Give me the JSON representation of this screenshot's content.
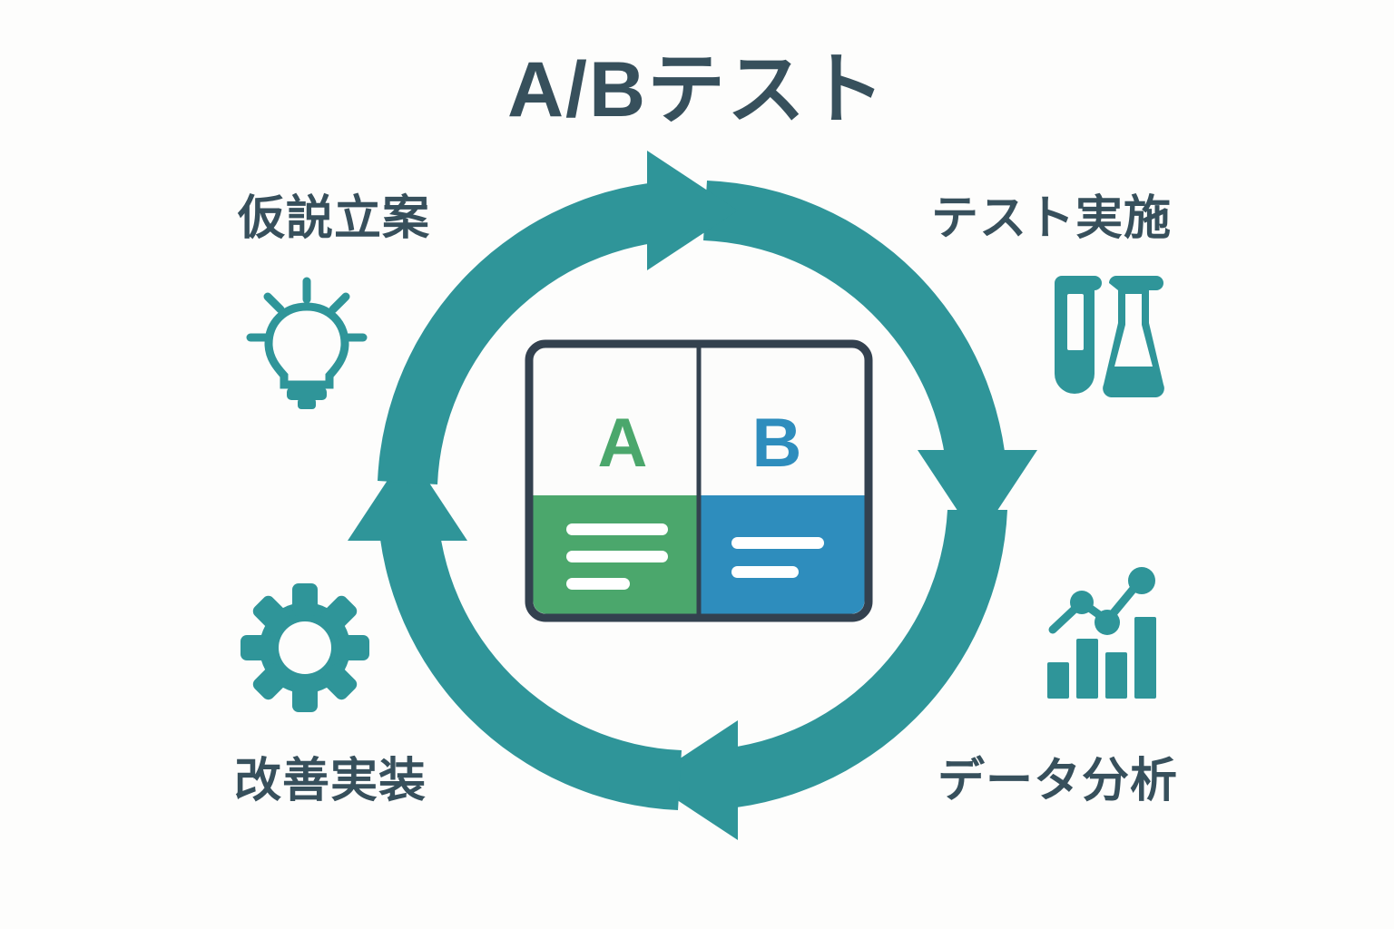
{
  "title": "A/Bテスト",
  "background_color": "#fdfdfc",
  "colors": {
    "title_text": "#37505c",
    "label_text": "#37505c",
    "teal_accent": "#2f9599",
    "variant_a_green": "#4ba76c",
    "variant_b_blue": "#2e8dbd",
    "card_border": "#33414f",
    "card_panel_white": "#fcfcfb",
    "bar_white": "#ffffff"
  },
  "cycle": {
    "direction": "clockwise",
    "steps": [
      {
        "position": "top-left",
        "label": "仮説立案",
        "icon": "lightbulb-icon",
        "arrow": "arrow-up-left-segment"
      },
      {
        "position": "top-right",
        "label": "テスト実施",
        "icon": "flask-test-tube-icon",
        "arrow": "arrow-right-top-segment"
      },
      {
        "position": "bottom-right",
        "label": "データ分析",
        "icon": "bar-line-chart-icon",
        "arrow": "arrow-down-right-segment"
      },
      {
        "position": "bottom-left",
        "label": "改善実装",
        "icon": "gear-icon",
        "arrow": "arrow-left-bottom-segment"
      }
    ],
    "arrowheads": [
      {
        "name": "arrowhead-top",
        "points": "right"
      },
      {
        "name": "arrowhead-right",
        "points": "down"
      },
      {
        "name": "arrowhead-bottom",
        "points": "left"
      },
      {
        "name": "arrowhead-left",
        "points": "up"
      }
    ]
  },
  "ab_card": {
    "variant_a": {
      "letter": "A",
      "color": "#4ba76c",
      "content_bars": 3
    },
    "variant_b": {
      "letter": "B",
      "color": "#2e8dbd",
      "content_bars": 2
    }
  }
}
